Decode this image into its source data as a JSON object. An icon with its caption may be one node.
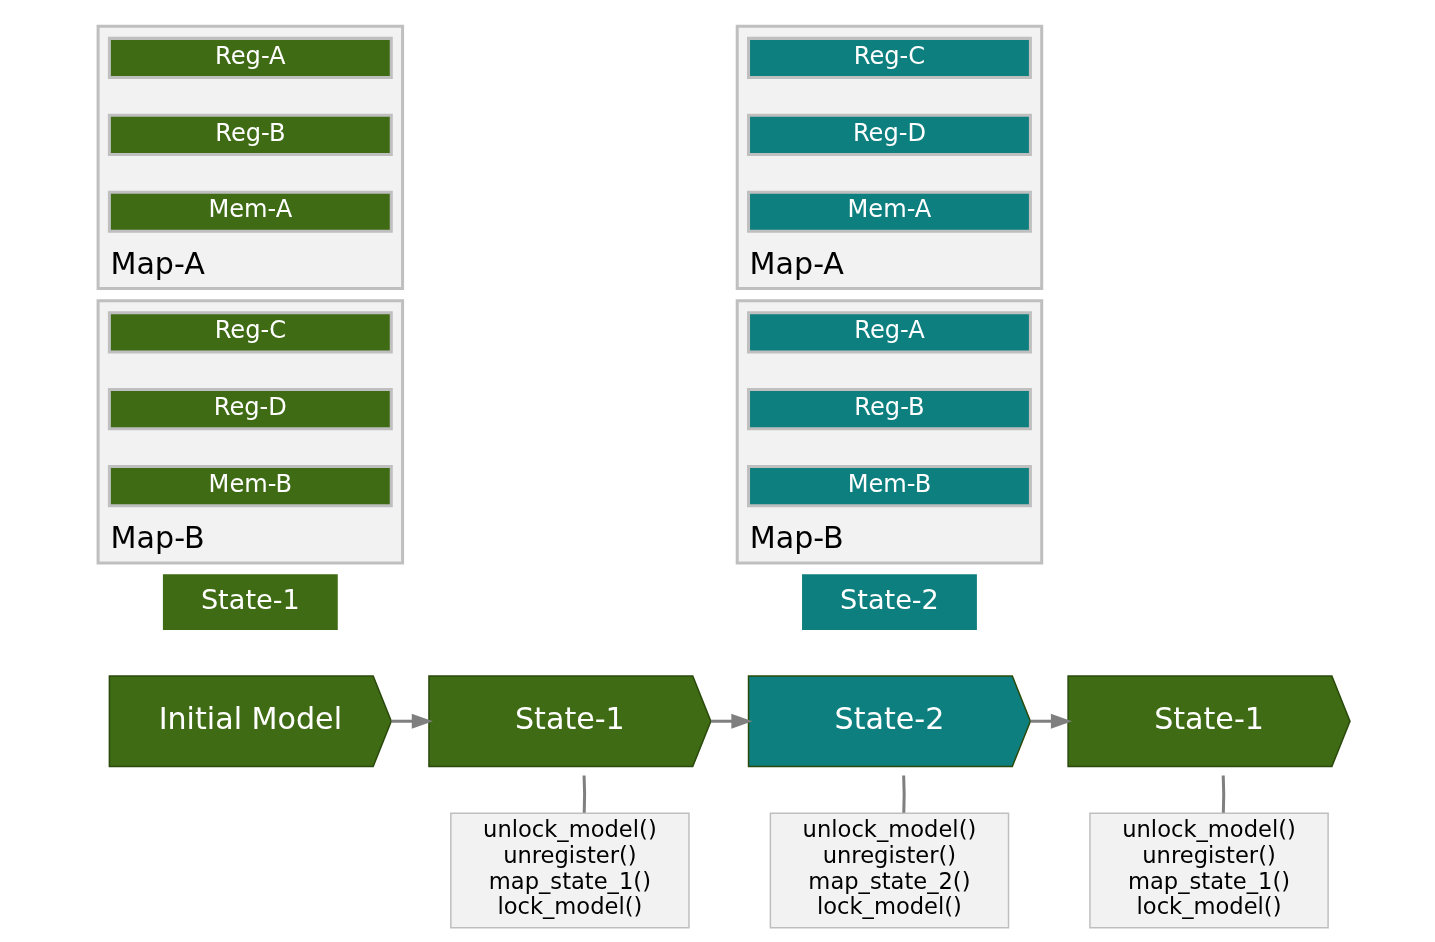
{
  "diagram": {
    "nodes": [
      {
        "text": [
          "Map-A"
        ]
      },
      {
        "text": [
          "Reg-A"
        ],
        "in": 0
      },
      {
        "text": [
          "Reg-B"
        ],
        "in": 0
      },
      {
        "text": [
          "Mem-A"
        ],
        "in": 0
      },
      {
        "text": [
          "Map-B"
        ]
      },
      {
        "text": [
          "Reg-C"
        ],
        "in": 4
      },
      {
        "text": [
          "Reg-D"
        ],
        "in": 4
      },
      {
        "text": [
          "Mem-B"
        ],
        "in": 4
      },
      {
        "text": [
          "State-1"
        ]
      },
      {
        "text": [
          "Map-A"
        ]
      },
      {
        "text": [
          "Reg-C"
        ],
        "in": 9
      },
      {
        "text": [
          "Reg-D"
        ],
        "in": 9
      },
      {
        "text": [
          "Mem-A"
        ],
        "in": 9
      },
      {
        "text": [
          "Map-B"
        ]
      },
      {
        "text": [
          "Reg-A"
        ],
        "in": 13
      },
      {
        "text": [
          "Reg-B"
        ],
        "in": 13
      },
      {
        "text": [
          "Mem-B"
        ],
        "in": 13
      },
      {
        "text": [
          "State-2"
        ]
      },
      {
        "text": [
          "Initial Model"
        ]
      },
      {
        "text": [
          "State-1"
        ]
      },
      {
        "text": [
          "State-2"
        ]
      },
      {
        "text": [
          "State-1"
        ]
      },
      {
        "text": [
          "unlock_model() unregister() map_state_1() lock_model()"
        ]
      },
      {
        "text": [
          "unlock_model() unregister() map_state_2() lock_model()"
        ]
      },
      {
        "text": [
          "unlock_model() unregister() map_state_1() lock_model()"
        ]
      }
    ],
    "edges": [
      {
        "from": 18,
        "to": 19,
        "arrow": "to"
      },
      {
        "from": 19,
        "to": 20,
        "arrow": "to"
      },
      {
        "from": 20,
        "to": 21,
        "arrow": "to"
      },
      {
        "from": 22,
        "to": 19,
        "arrow": "none"
      },
      {
        "from": 23,
        "to": 20,
        "arrow": "none"
      },
      {
        "from": 24,
        "to": 21,
        "arrow": "none"
      }
    ]
  }
}
